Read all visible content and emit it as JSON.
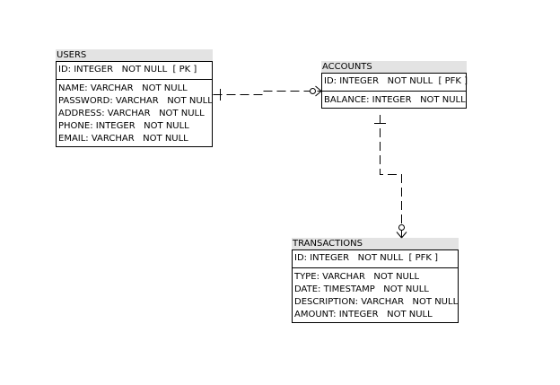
{
  "entities": {
    "users": {
      "title": "USERS",
      "pk": [
        "ID: INTEGER   NOT NULL  [ PK ]"
      ],
      "attributes": [
        "NAME: VARCHAR   NOT NULL",
        "PASSWORD: VARCHAR   NOT NULL",
        "ADDRESS: VARCHAR   NOT NULL",
        "PHONE: INTEGER   NOT NULL",
        "EMAIL: VARCHAR   NOT NULL"
      ]
    },
    "accounts": {
      "title": "ACCOUNTS",
      "pk": [
        "ID: INTEGER   NOT NULL  [ PFK ]"
      ],
      "attributes": [
        "BALANCE: INTEGER   NOT NULL"
      ]
    },
    "transactions": {
      "title": "TRANSACTIONS",
      "pk": [
        "ID: INTEGER   NOT NULL  [ PFK ]"
      ],
      "attributes": [
        "TYPE: VARCHAR   NOT NULL",
        "DATE: TIMESTAMP   NOT NULL",
        "DESCRIPTION: VARCHAR   NOT NULL",
        "AMOUNT: INTEGER   NOT NULL"
      ]
    }
  },
  "relationships": [
    {
      "from": "users",
      "to": "accounts",
      "from_end": "one",
      "to_end": "zero-or-many"
    },
    {
      "from": "accounts",
      "to": "transactions",
      "from_end": "one",
      "to_end": "zero-or-many"
    }
  ]
}
